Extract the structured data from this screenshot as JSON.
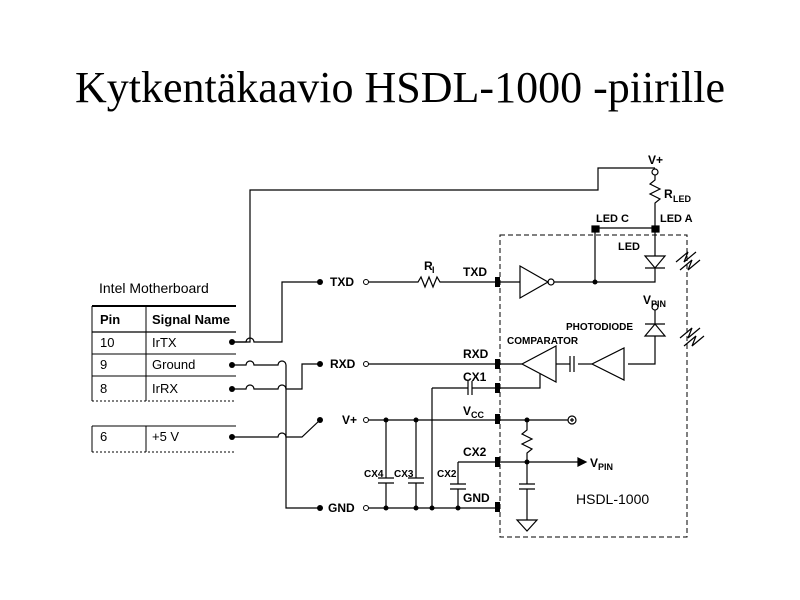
{
  "title": "Kytkentäkaavio HSDL-1000 -piirille",
  "table": {
    "caption": "Intel Motherboard",
    "headers": [
      "Pin",
      "Signal Name"
    ],
    "rows": [
      {
        "pin": "10",
        "signal": "IrTX"
      },
      {
        "pin": "9",
        "signal": "Ground"
      },
      {
        "pin": "8",
        "signal": "IrRX"
      },
      {
        "pin": "6",
        "signal": "+5 V"
      }
    ]
  },
  "nets": {
    "txd": "TXD",
    "rxd": "RXD",
    "vplus": "V+",
    "gnd": "GND"
  },
  "chip": {
    "name": "HSDL-1000",
    "pins": {
      "txd": "TXD",
      "rxd": "RXD",
      "cx1": "CX1",
      "vcc_main": "V",
      "vcc_sub": "CC",
      "cx2": "CX2",
      "gnd": "GND"
    }
  },
  "components": {
    "vplus_top": "V+",
    "rled_main": "R",
    "rled_sub": "LED",
    "led_c": "LED C",
    "led_a": "LED A",
    "led": "LED",
    "ri_main": "R",
    "ri_sub": "I",
    "vpin_main": "V",
    "vpin_sub": "PIN",
    "photodiode": "PHOTODIODE",
    "comparator": "COMPARATOR",
    "cx4": "CX4",
    "cx3": "CX3",
    "cx2": "CX2",
    "vpin_out_main": "V",
    "vpin_out_sub": "PIN"
  }
}
